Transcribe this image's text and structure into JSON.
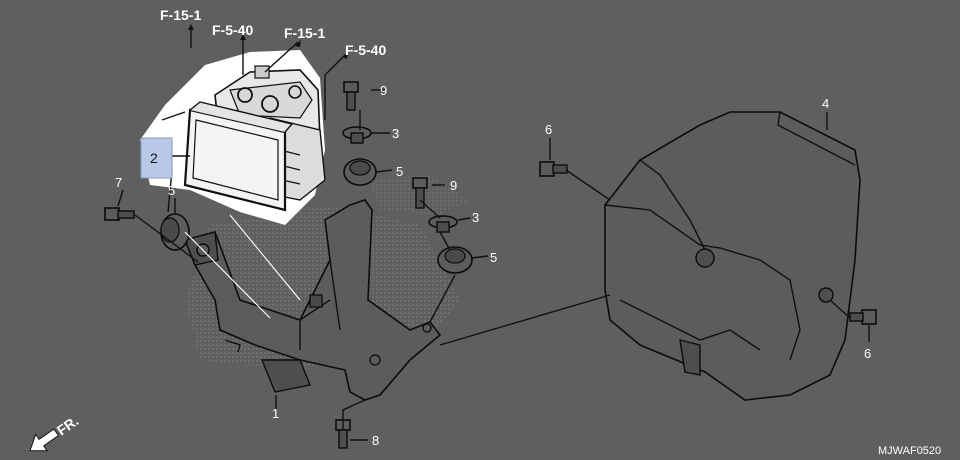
{
  "references": [
    {
      "id": "ref-f-15-1-left",
      "text": "F-15-1"
    },
    {
      "id": "ref-f-5-40-left",
      "text": "F-5-40"
    },
    {
      "id": "ref-f-15-1-right",
      "text": "F-15-1"
    },
    {
      "id": "ref-f-5-40-right",
      "text": "F-5-40"
    }
  ],
  "parts": {
    "p1": "1",
    "p2": "2",
    "p3a": "3",
    "p3b": "3",
    "p4": "4",
    "p5a": "5",
    "p5b": "5",
    "p5c": "5",
    "p6a": "6",
    "p6b": "6",
    "p7": "7",
    "p8": "8",
    "p9a": "9",
    "p9b": "9"
  },
  "front_indicator": "FR.",
  "diagram_code": "MJWAF0520",
  "colors": {
    "background": "#5f5f5f",
    "highlight": "#ffffff",
    "callout_box": "#b8c8e8"
  }
}
